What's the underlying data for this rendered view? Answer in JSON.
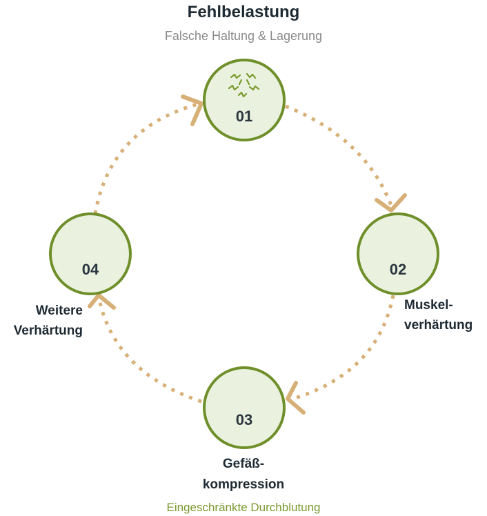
{
  "title": "Fehlbelastung",
  "subtitle": "Falsche Haltung & Lagerung",
  "nodes": [
    {
      "number": "01",
      "label_line1": "",
      "label_line2": "",
      "icon": "pinched-nerve-lightning-icon"
    },
    {
      "number": "02",
      "label_line1": "Muskel-",
      "label_line2": "verhärtung"
    },
    {
      "number": "03",
      "label_line1": "Gefäß-",
      "label_line2": "kompression",
      "sublabel": "Eingeschränkte Durchblutung"
    },
    {
      "number": "04",
      "label_line1": "Weitere",
      "label_line2": "Verhärtung"
    }
  ],
  "colors": {
    "circle_stroke": "#6f8f2a",
    "circle_fill": "#eaf2df",
    "arrow": "#d7b077",
    "sublabel_green": "#7a9a2e",
    "text_dark": "#1e2a33"
  }
}
